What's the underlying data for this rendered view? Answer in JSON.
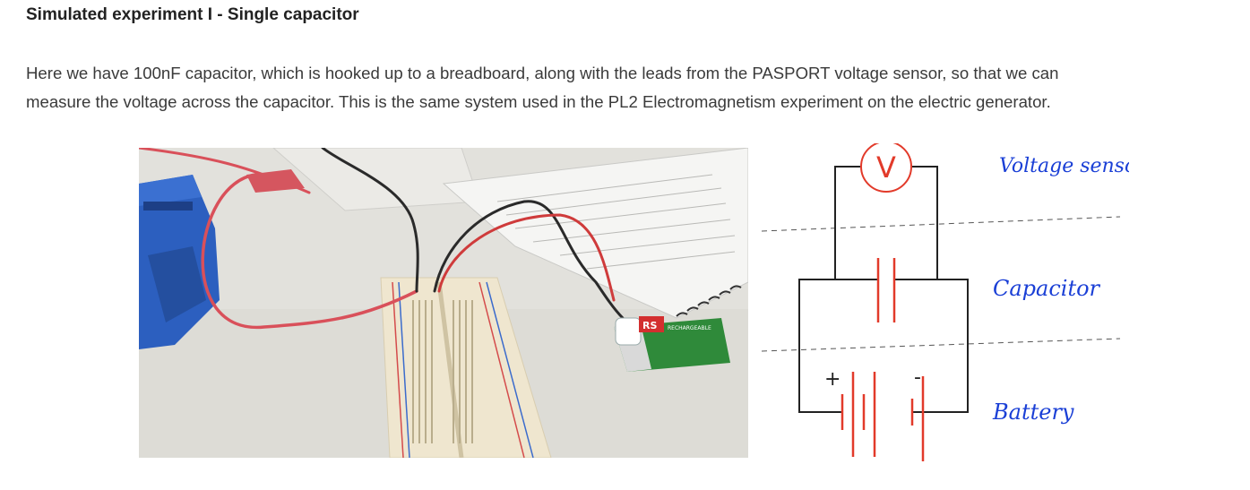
{
  "heading": "Simulated experiment I - Single capacitor",
  "paragraph": {
    "line1": "Here we have 100nF capacitor, which is hooked up to a breadboard, along with the leads from the PASPORT voltage sensor, so that we can",
    "line2": "measure the voltage across the capacitor.  This is the same system used in the PL2 Electromagnetism experiment on the electric generator."
  },
  "diagram": {
    "meter_symbol": "V",
    "labels": {
      "voltage_sensor": "Voltage sensor",
      "capacitor": "Capacitor",
      "battery": "Battery"
    },
    "plus_sign": "+",
    "minus_sign": "-"
  },
  "photo": {
    "battery_brand": "RS",
    "battery_text": "RECHARGEABLE"
  },
  "colors": {
    "ink_blue": "#1a3fd6",
    "ink_red": "#e23a2a",
    "ink_black": "#222222"
  }
}
